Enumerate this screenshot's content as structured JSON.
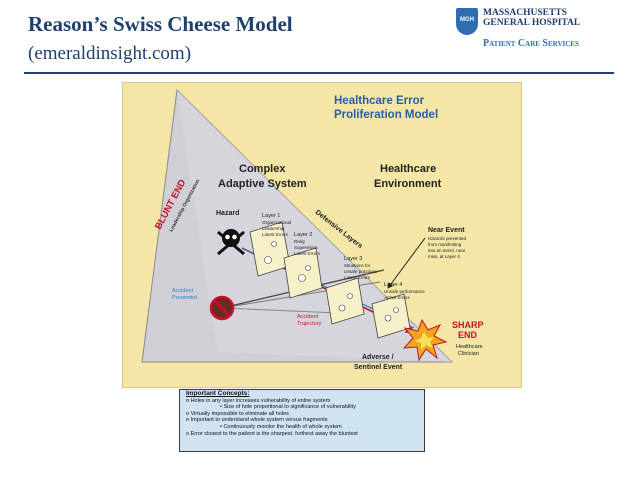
{
  "header": {
    "title": "Reason’s Swiss Cheese Model",
    "subtitle": "(emeraldinsight.com)",
    "logo_line1": "MASSACHUSETTS",
    "logo_line2": "GENERAL HOSPITAL",
    "logo_line3": "Patient Care Services",
    "logo_badge": "MGH"
  },
  "diagram": {
    "title_line1": "Healthcare Error",
    "title_line2": "Proliferation Model",
    "complex_line1": "Complex",
    "complex_line2": "Adaptive System",
    "env_line1": "Healthcare",
    "env_line2": "Environment",
    "blunt_end": "BLUNT END",
    "leadership": "Leadership Organization",
    "defensive_layers": "Defensive Layers",
    "hazard": "Hazard",
    "layer1_title": "Layer 1",
    "layer1_l1": "Organizational",
    "layer1_l2": "Leadership",
    "layer1_l3": "Latent Errors",
    "layer2_title": "Layer 2",
    "layer2_l1": "Risky",
    "layer2_l2": "Supervision",
    "layer2_l3": "Latent Errors",
    "layer3_title": "Layer 3",
    "layer3_l1": "Situations for",
    "layer3_l2": "unsafe practices",
    "layer3_l3": "Latent Errors",
    "layer4_title": "Layer 4",
    "layer4_l1": "Unsafe performance",
    "layer4_l2": "Active Errors",
    "near_event": "Near Event",
    "near_l1": "Hazards prevented",
    "near_l2": "from manifesting",
    "near_l3": "into an event, near",
    "near_l4": "miss, at Layer 4.",
    "accident_prevented_l1": "Accident",
    "accident_prevented_l2": "Prevented",
    "trajectory_l1": "Accident",
    "trajectory_l2": "Trajectory",
    "adverse_l1": "Adverse /",
    "adverse_l2": "Sentinel Event",
    "sharp_l1": "SHARP",
    "sharp_l2": "END",
    "clinician_l1": "Healthcare",
    "clinician_l2": "Clinician"
  },
  "concepts": {
    "heading": "Important Concepts:",
    "items": [
      "o Holes in any layer increases vulnerability of entire system",
      "• Size of hole proportional to significance of vulnerability",
      "o Virtually impossible to eliminate all holes",
      "o Important to understand whole system versus fragments",
      "• Continuously monitor the health of whole system",
      "o Error closest  to the patient is the sharpest, furthest away the bluntest"
    ]
  },
  "colors": {
    "title_blue": "#1f3f6e",
    "diagram_bg": "#f3e6a6",
    "triangle": "#cfcfd5",
    "accent_red": "#c8102e",
    "label_blue": "#2a7fc4",
    "concepts_bg": "#cfe3f1"
  }
}
